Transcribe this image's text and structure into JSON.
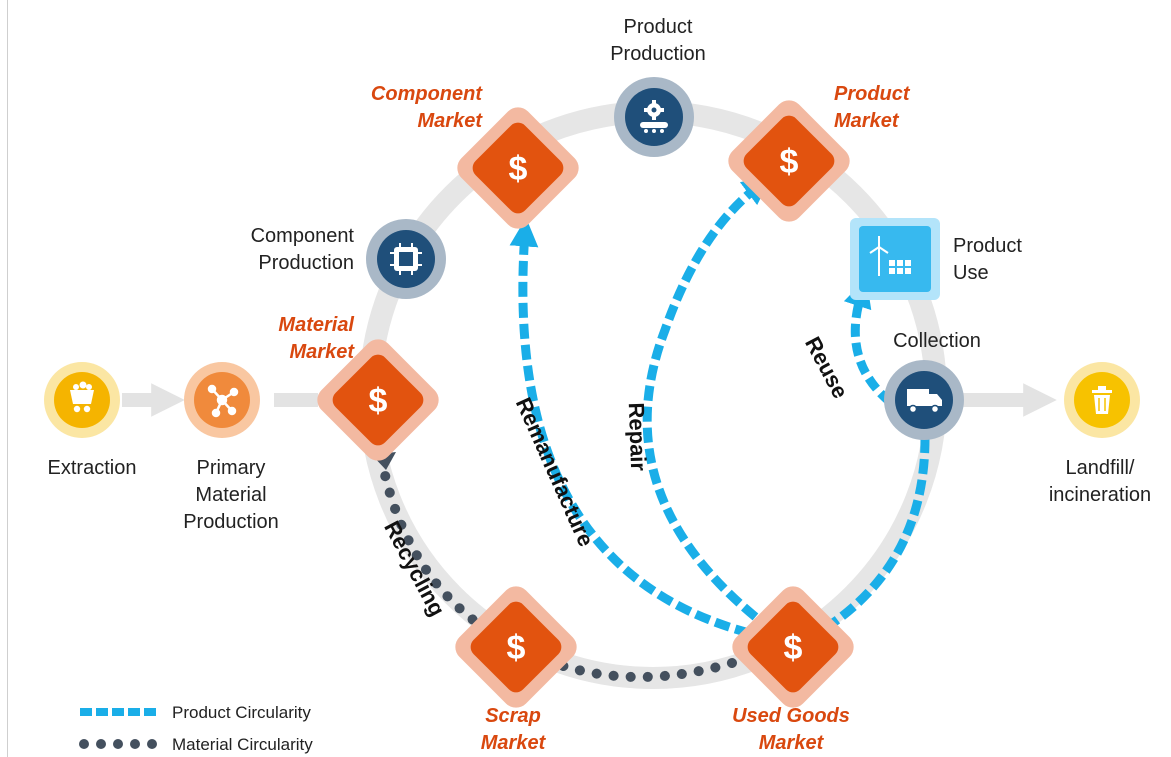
{
  "colors": {
    "product_circularity": "#1aaee8",
    "material_circularity": "#44505e",
    "market": "#e2530f",
    "market_halo": "#f3b9a1",
    "production_node": "#1f4f7a",
    "production_halo": "#a9b8c7",
    "extraction": "#f5b400",
    "primary_material": "#f08a3c",
    "product_use": "#37b9ef",
    "landfill": "#f7c200",
    "ring": "#e6e6e6",
    "market_label": "#d9480f"
  },
  "nodes": {
    "extraction": {
      "label": [
        "Extraction"
      ],
      "icon": "mine-cart-icon"
    },
    "primary_material_production": {
      "label": [
        "Primary",
        "Material",
        "Production"
      ],
      "icon": "molecule-icon"
    },
    "material_market": {
      "label": [
        "Material",
        "Market"
      ],
      "icon": "dollar-icon"
    },
    "component_production": {
      "label": [
        "Component",
        "Production"
      ],
      "icon": "chip-icon"
    },
    "component_market": {
      "label": [
        "Component",
        "Market"
      ],
      "icon": "dollar-icon"
    },
    "product_production": {
      "label": [
        "Product",
        "Production"
      ],
      "icon": "conveyor-gear-icon"
    },
    "product_market": {
      "label": [
        "Product",
        "Market"
      ],
      "icon": "dollar-icon"
    },
    "product_use": {
      "label": [
        "Product",
        "Use"
      ],
      "icon": "wind-solar-icon"
    },
    "collection": {
      "label": [
        "Collection"
      ],
      "icon": "truck-icon"
    },
    "landfill": {
      "label": [
        "Landfill/",
        "incineration"
      ],
      "icon": "trash-icon"
    },
    "used_goods_market": {
      "label": [
        "Used Goods",
        "Market"
      ],
      "icon": "dollar-icon"
    },
    "scrap_market": {
      "label": [
        "Scrap",
        "Market"
      ],
      "icon": "dollar-icon"
    }
  },
  "flows": {
    "recycling": "Recycling",
    "remanufacture": "Remanufacture",
    "repair": "Repair",
    "reuse": "Reuse"
  },
  "legend": {
    "product_circularity": "Product Circularity",
    "material_circularity": "Material Circularity"
  },
  "icons": {
    "dollar": "$"
  }
}
